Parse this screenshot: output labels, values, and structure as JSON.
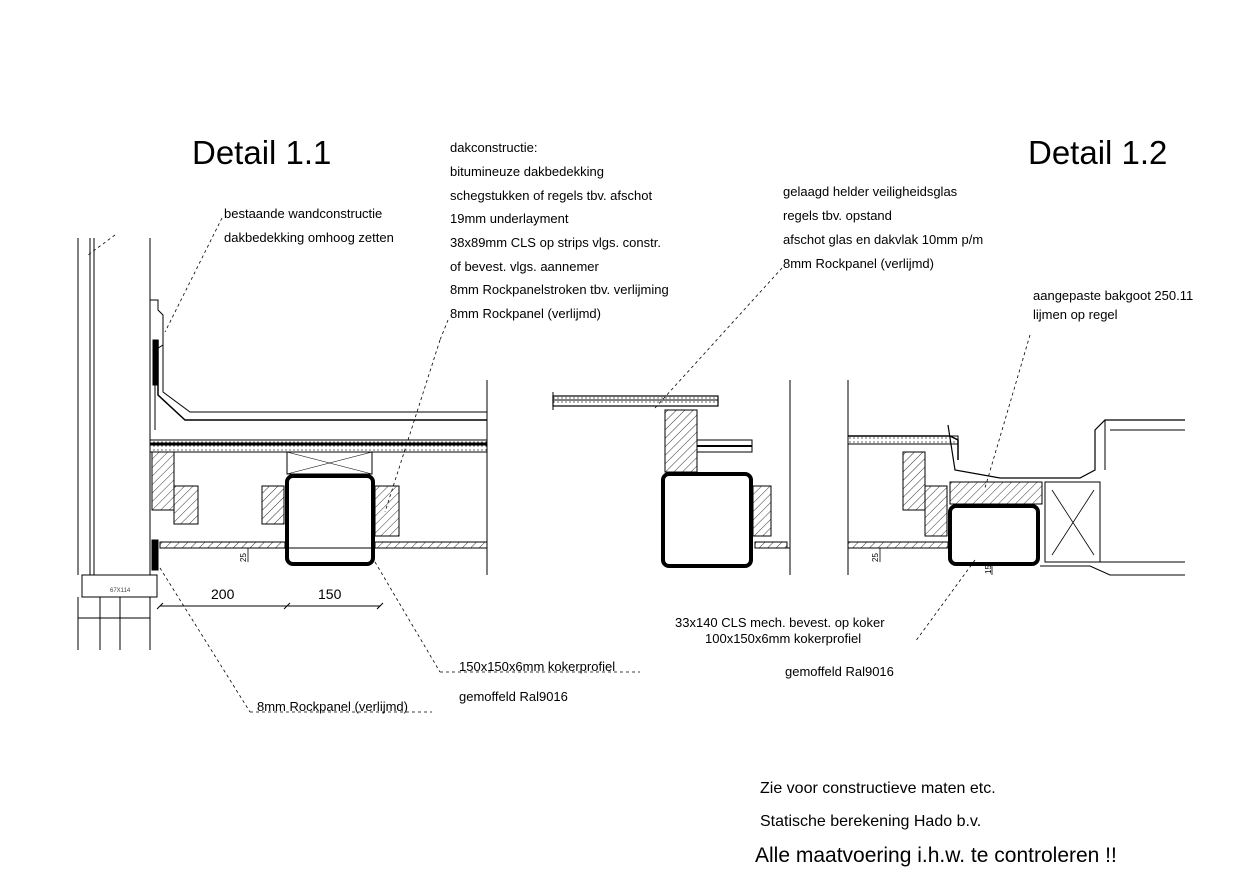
{
  "detail_left": {
    "title": "Detail 1.1",
    "wall_note": [
      "bestaande wandconstructie",
      "dakbedekking omhoog zetten"
    ],
    "roof_note": [
      "dakconstructie:",
      "bitumineuze dakbedekking",
      "schegstukken of regels tbv. afschot",
      "19mm underlayment",
      "38x89mm CLS op strips vlgs. constr.",
      "of bevest. vlgs. aannemer",
      "8mm Rockpanelstroken tbv. verlijming",
      "8mm Rockpanel (verlijmd)"
    ],
    "dimensions": [
      "200",
      "150"
    ],
    "small_dim": "25",
    "profile_note": [
      "150x150x6mm kokerprofiel",
      "gemoffeld Ral9016"
    ],
    "panel_note": "8mm Rockpanel (verlijmd)",
    "frame_tag": "67X114"
  },
  "detail_right": {
    "title": "Detail 1.2",
    "glass_note": [
      "gelaagd helder veiligheidsglas",
      "regels tbv. opstand",
      "afschot glas en dakvlak 10mm p/m",
      "8mm Rockpanel (verlijmd)"
    ],
    "gutter_note": [
      "aangepaste bakgoot 250.11",
      "lijmen op regel"
    ],
    "small_dims": [
      "25",
      "15"
    ],
    "profile_note": [
      "33x140 CLS mech. bevest. op koker",
      "100x150x6mm kokerprofiel",
      "gemoffeld Ral9016"
    ]
  },
  "footer": [
    "Zie voor constructieve maten etc.",
    "Statische berekening Hado b.v.",
    "Alle maatvoering i.h.w. te controleren !!"
  ]
}
